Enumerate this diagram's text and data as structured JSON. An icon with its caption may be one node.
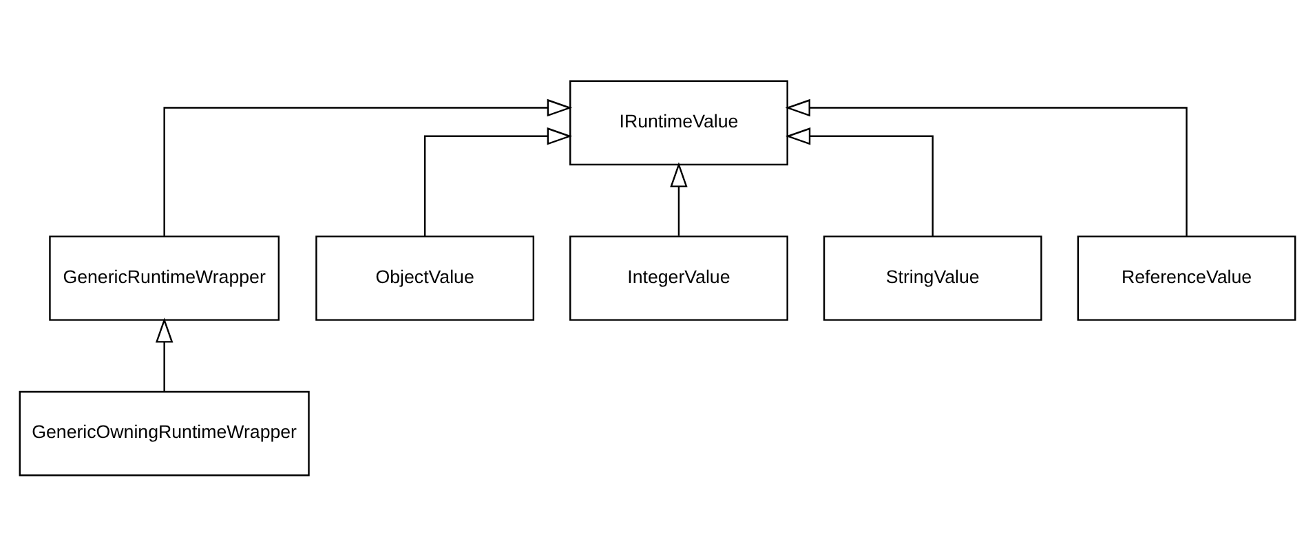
{
  "diagram": {
    "nodes": [
      {
        "text": [
          "IRuntimeValue"
        ]
      },
      {
        "text": [
          "GenericRuntimeWrapper"
        ]
      },
      {
        "text": [
          "ObjectValue"
        ]
      },
      {
        "text": [
          "IntegerValue"
        ]
      },
      {
        "text": [
          "StringValue"
        ]
      },
      {
        "text": [
          "ReferenceValue"
        ]
      },
      {
        "text": [
          "GenericOwningRuntimeWrapper"
        ]
      }
    ],
    "edges": [
      {
        "from": 1,
        "to": 0,
        "arrow": "to"
      },
      {
        "from": 2,
        "to": 0,
        "arrow": "to"
      },
      {
        "from": 3,
        "to": 0,
        "arrow": "to"
      },
      {
        "from": 4,
        "to": 0,
        "arrow": "to"
      },
      {
        "from": 5,
        "to": 0,
        "arrow": "to"
      },
      {
        "from": 6,
        "to": 1,
        "arrow": "to"
      }
    ]
  }
}
